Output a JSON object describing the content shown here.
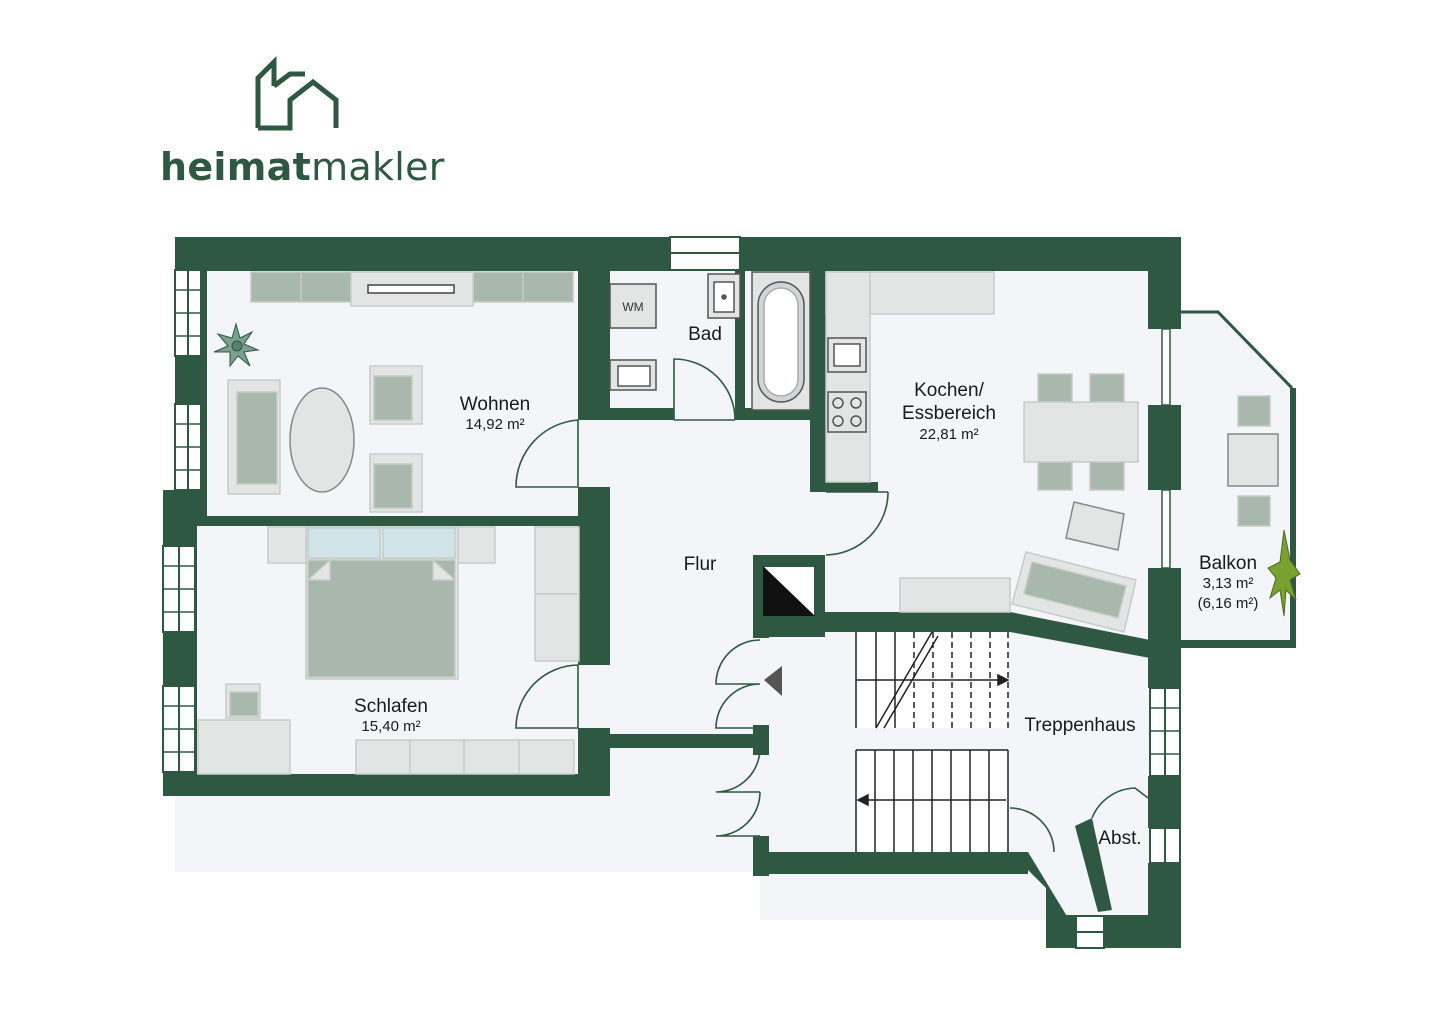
{
  "brand": {
    "name_bold": "heimat",
    "name_light": "makler",
    "color": "#2f5843"
  },
  "colors": {
    "wall": "#2f5843",
    "floor": "#f4f5f8",
    "furniture": "#a8b8ad",
    "furniture_light": "#e3e5e4",
    "outline": "#c6ccc9"
  },
  "rooms": {
    "wohnen": {
      "name": "Wohnen",
      "area": "14,92 m²"
    },
    "schlafen": {
      "name": "Schlafen",
      "area": "15,40 m²"
    },
    "bad": {
      "name": "Bad"
    },
    "kochen": {
      "name_line1": "Kochen/",
      "name_line2": "Essbereich",
      "area": "22,81 m²"
    },
    "flur": {
      "name": "Flur"
    },
    "balkon": {
      "name": "Balkon",
      "area": "3,13 m²",
      "area_note": "(6,16 m²)"
    },
    "treppenhaus": {
      "name": "Treppenhaus"
    },
    "abst": {
      "name": "Abst."
    }
  },
  "fixtures": {
    "washing_machine": "WM"
  }
}
